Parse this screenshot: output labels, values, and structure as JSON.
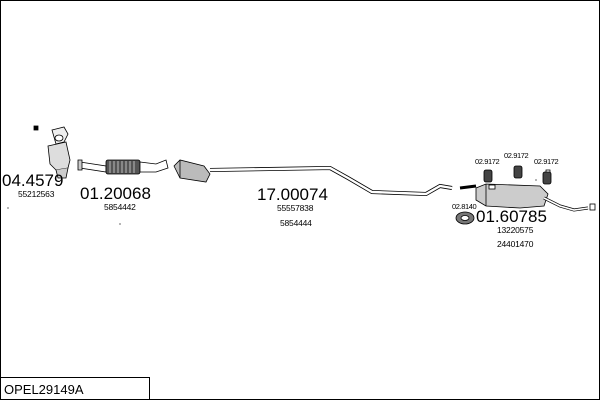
{
  "diagram": {
    "code": "OPEL29149A",
    "parts": [
      {
        "number": "04.4579",
        "refs": [
          "55212563"
        ]
      },
      {
        "number": "01.20068",
        "refs": [
          "5854442"
        ]
      },
      {
        "number": "17.00074",
        "refs": [
          "55557838",
          "5854444"
        ]
      },
      {
        "number": "01.60785",
        "refs": [
          "13220575",
          "24401470"
        ]
      }
    ],
    "accessories": [
      "02.9172",
      "02.9172",
      "02.9172",
      "02.8140"
    ]
  }
}
